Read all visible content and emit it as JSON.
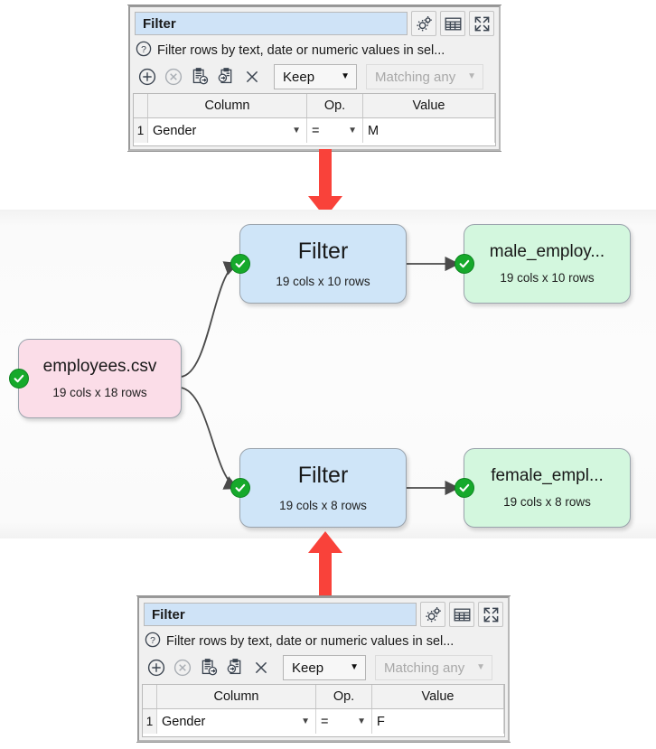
{
  "panels": [
    {
      "name": "top-filter-panel",
      "title": "Filter",
      "description": "Filter rows by text, date or numeric values in sel...",
      "help_icon": "question-circle-icon",
      "title_buttons": [
        {
          "name": "settings-gear-icon",
          "label": "gear-icon"
        },
        {
          "name": "table-view-icon",
          "label": "table-icon"
        },
        {
          "name": "expand-fullscreen-icon",
          "label": "expand-icon"
        }
      ],
      "toolbar_buttons": [
        {
          "name": "add-row-button",
          "label": "plus-circle-icon"
        },
        {
          "name": "remove-row-button",
          "label": "x-circle-icon"
        },
        {
          "name": "copy-to-clipboard-button",
          "label": "clipboard-export-icon"
        },
        {
          "name": "paste-from-clipboard-button",
          "label": "clipboard-import-icon"
        },
        {
          "name": "clear-all-button",
          "label": "close-x-icon"
        }
      ],
      "mode_dropdown": {
        "value": "Keep",
        "enabled": true
      },
      "match_dropdown": {
        "value": "Matching any",
        "enabled": false
      },
      "table": {
        "headers": [
          "Column",
          "Op.",
          "Value"
        ],
        "rows": [
          {
            "index": "1",
            "column": "Gender",
            "op": "=",
            "value": "M"
          }
        ]
      }
    },
    {
      "name": "bottom-filter-panel",
      "title": "Filter",
      "description": "Filter rows by text, date or numeric values in sel...",
      "help_icon": "question-circle-icon",
      "title_buttons": [
        {
          "name": "settings-gear-icon",
          "label": "gear-icon"
        },
        {
          "name": "table-view-icon",
          "label": "table-icon"
        },
        {
          "name": "expand-fullscreen-icon",
          "label": "expand-icon"
        }
      ],
      "toolbar_buttons": [
        {
          "name": "add-row-button",
          "label": "plus-circle-icon"
        },
        {
          "name": "remove-row-button",
          "label": "x-circle-icon"
        },
        {
          "name": "copy-to-clipboard-button",
          "label": "clipboard-export-icon"
        },
        {
          "name": "paste-from-clipboard-button",
          "label": "clipboard-import-icon"
        },
        {
          "name": "clear-all-button",
          "label": "close-x-icon"
        }
      ],
      "mode_dropdown": {
        "value": "Keep",
        "enabled": true
      },
      "match_dropdown": {
        "value": "Matching any",
        "enabled": false
      },
      "table": {
        "headers": [
          "Column",
          "Op.",
          "Value"
        ],
        "rows": [
          {
            "index": "1",
            "column": "Gender",
            "op": "=",
            "value": "F"
          }
        ]
      }
    }
  ],
  "canvas": {
    "nodes": [
      {
        "id": "source",
        "title": "employees.csv",
        "subtitle": "19 cols x 18 rows",
        "color": "pink",
        "status": "ok"
      },
      {
        "id": "filter-male",
        "title": "Filter",
        "subtitle": "19 cols x 10 rows",
        "color": "blue",
        "status": "ok"
      },
      {
        "id": "filter-female",
        "title": "Filter",
        "subtitle": "19 cols x 8 rows",
        "color": "blue",
        "status": "ok"
      },
      {
        "id": "male-output",
        "title": "male_employ...",
        "subtitle": "19 cols x 10 rows",
        "color": "green",
        "status": "ok"
      },
      {
        "id": "female-output",
        "title": "female_empl...",
        "subtitle": "19 cols x 8 rows",
        "color": "green",
        "status": "ok"
      }
    ],
    "colors": {
      "blue": "#cfe5f8",
      "pink": "#fbdde8",
      "green": "#d3f7de",
      "status_ok": "#16a92b",
      "callout_arrow": "#f9423a",
      "connector": "#4a4a4a",
      "background": "#fafafa"
    },
    "callouts": [
      {
        "name": "top-callout-arrow",
        "direction": "down",
        "target": "filter-male"
      },
      {
        "name": "bottom-callout-arrow",
        "direction": "up",
        "target": "filter-female"
      }
    ]
  }
}
